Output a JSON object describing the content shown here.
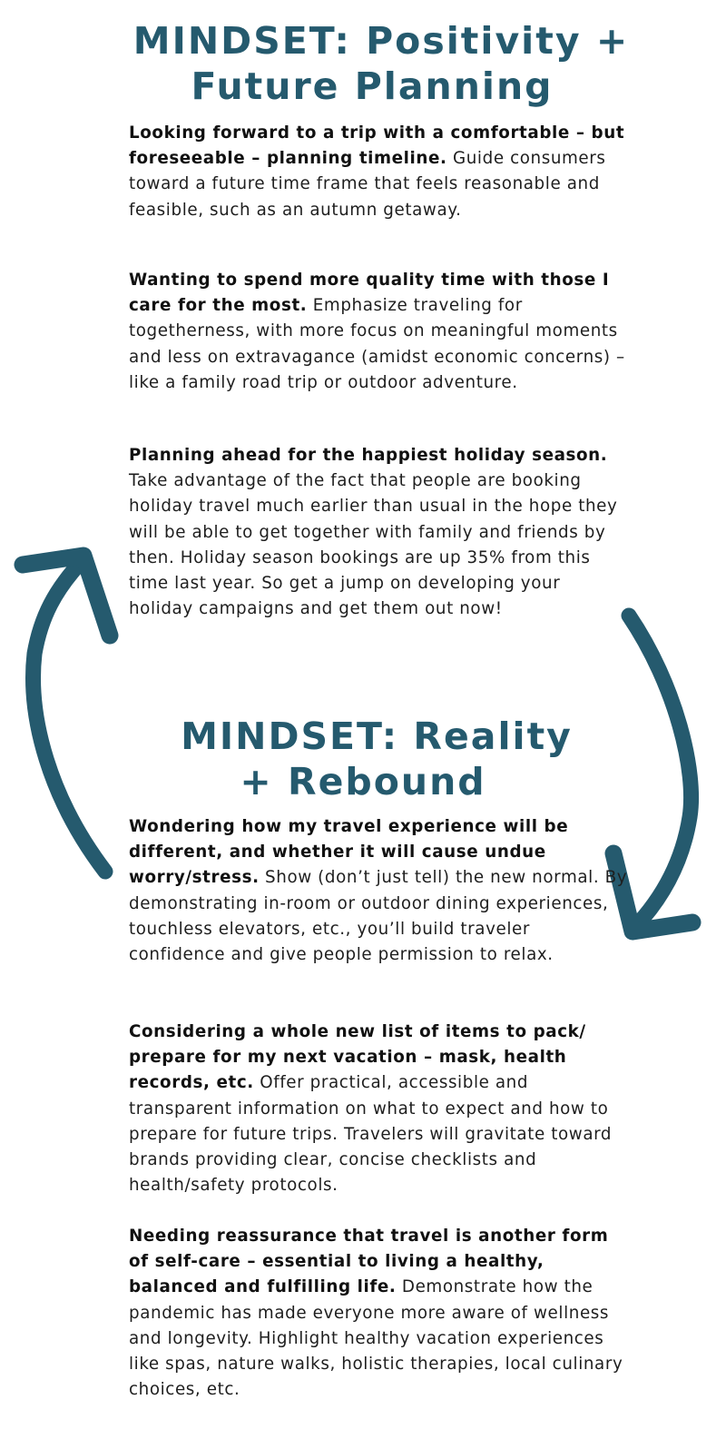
{
  "sections": [
    {
      "heading_line_1": "MINDSET: Positivity +",
      "heading_line_2": "Future Planning",
      "items": [
        {
          "lead": "Looking forward to a trip with a comfortable – but foreseeable – planning timeline.",
          "body": "Guide consumers toward a future time frame that feels reasonable and feasible, such as an autumn getaway."
        },
        {
          "lead": "Wanting to spend more quality time with those I care for the most.",
          "body": "Emphasize traveling for togetherness, with more focus on meaningful moments and less on extravagance (amidst economic concerns) – like a family road trip or outdoor adventure."
        },
        {
          "lead": "Planning ahead for the happiest holiday season.",
          "body": "Take advantage of the fact that people are booking holiday travel much earlier than usual in the hope they will be able to get together with family and friends by then. Holiday season bookings are up 35% from this time last year. So get a jump on developing your holiday campaigns and get them out now!"
        }
      ]
    },
    {
      "heading_line_1": "MINDSET: Reality",
      "heading_line_2": "+ Rebound",
      "items": [
        {
          "lead": "Wondering how my travel experience will be different, and whether it will cause undue worry/stress.",
          "body": "Show (don’t just tell) the new normal. By demonstrating in-room or outdoor dining experiences, touchless elevators, etc., you’ll build traveler confidence and give people permission to relax."
        },
        {
          "lead": "Considering a whole new list of items to pack/ prepare for my next vacation – mask, health records, etc.",
          "body": "Offer practical, accessible and transparent information on what to expect and how to prepare for future trips. Travelers will gravitate toward brands providing clear, concise checklists and health/safety protocols."
        },
        {
          "lead": "Needing reassurance that travel is another form of self-care – essential to living a healthy, balanced and fulfilling life.",
          "body": "Demonstrate how the pandemic has made everyone more aware of wellness and longevity. Highlight healthy vacation experiences like spas, nature walks, holistic therapies, local culinary choices, etc."
        }
      ]
    }
  ],
  "colors": {
    "accent": "#255a6e",
    "text": "#1e1e1e"
  },
  "icons": {
    "left_arrow": "curved-arrow-up-icon",
    "right_arrow": "curved-arrow-down-icon"
  }
}
